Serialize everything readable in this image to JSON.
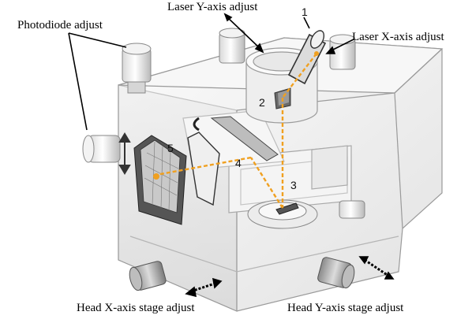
{
  "labels": {
    "photodiode_adjust": "Photodiode adjust",
    "laser_y_axis_adjust": "Laser Y-axis adjust",
    "laser_x_axis_adjust": "Laser X-axis adjust",
    "head_x_axis_stage_adjust": "Head X-axis stage adjust",
    "head_y_axis_stage_adjust": "Head Y-axis stage adjust"
  },
  "callouts": {
    "n1": "1",
    "n2": "2",
    "n3": "3",
    "n4": "4",
    "n5": "5"
  },
  "colors": {
    "beam": "#f0a020",
    "housing_fill": "#f1f1f1",
    "housing_stroke": "#9a9a9a",
    "leader_lines": "#000000"
  }
}
